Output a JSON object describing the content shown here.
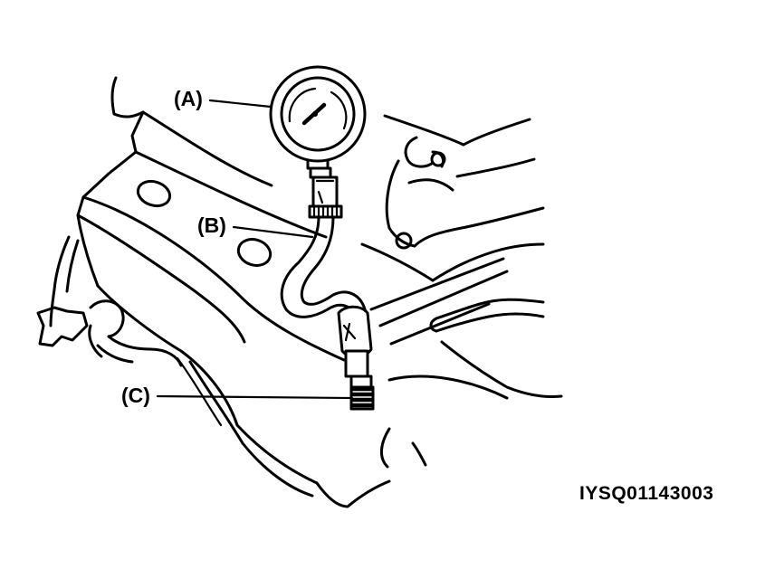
{
  "callouts": {
    "gauge": "(A)",
    "hose": "(B)",
    "adapter": "(C)"
  },
  "figure_code": "IYSQ01143003",
  "colors": {
    "ink": "#000000",
    "paper": "#ffffff"
  }
}
